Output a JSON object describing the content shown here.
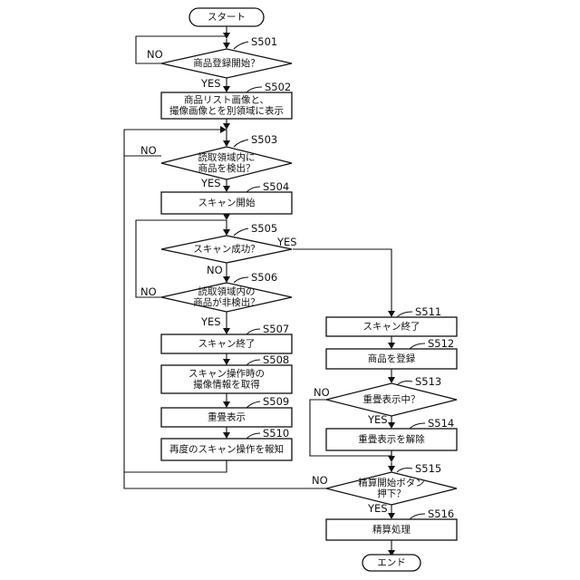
{
  "flowchart": {
    "start": "スタート",
    "end": "エンド",
    "yes": "YES",
    "no": "NO",
    "nodes": {
      "s501": {
        "step": "S501",
        "text": [
          "商品登録開始？"
        ]
      },
      "s502": {
        "step": "S502",
        "text": [
          "商品リスト画像と、",
          "撮像画像とを別領域に表示"
        ]
      },
      "s503": {
        "step": "S503",
        "text": [
          "読取領域内に",
          "商品を検出？"
        ]
      },
      "s504": {
        "step": "S504",
        "text": [
          "スキャン開始"
        ]
      },
      "s505": {
        "step": "S505",
        "text": [
          "スキャン成功？"
        ]
      },
      "s506": {
        "step": "S506",
        "text": [
          "読取領域内の",
          "商品が非検出？"
        ]
      },
      "s507": {
        "step": "S507",
        "text": [
          "スキャン終了"
        ]
      },
      "s508": {
        "step": "S508",
        "text": [
          "スキャン操作時の",
          "撮像情報を取得"
        ]
      },
      "s509": {
        "step": "S509",
        "text": [
          "重畳表示"
        ]
      },
      "s510": {
        "step": "S510",
        "text": [
          "再度のスキャン操作を報知"
        ]
      },
      "s511": {
        "step": "S511",
        "text": [
          "スキャン終了"
        ]
      },
      "s512": {
        "step": "S512",
        "text": [
          "商品を登録"
        ]
      },
      "s513": {
        "step": "S513",
        "text": [
          "重畳表示中？"
        ]
      },
      "s514": {
        "step": "S514",
        "text": [
          "重畳表示を解除"
        ]
      },
      "s515": {
        "step": "S515",
        "text": [
          "精算開始ボタン",
          "押下？"
        ]
      },
      "s516": {
        "step": "S516",
        "text": [
          "精算処理"
        ]
      }
    }
  }
}
